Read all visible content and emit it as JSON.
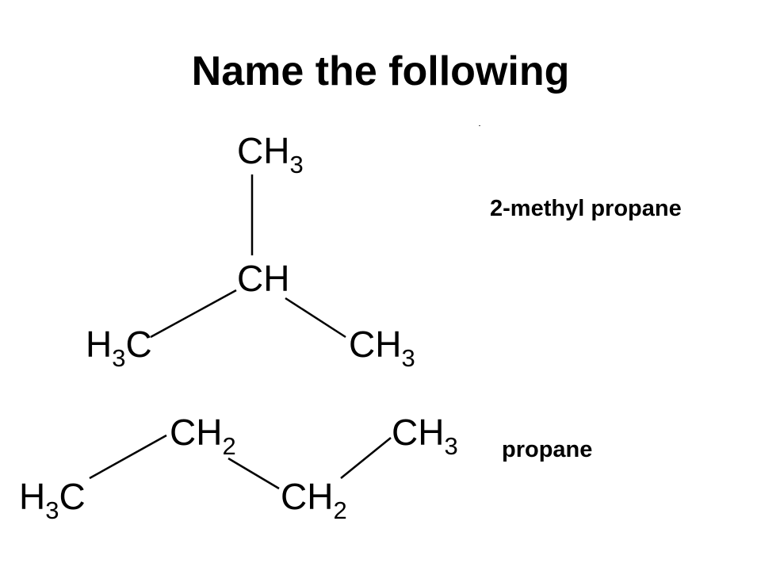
{
  "slide": {
    "title": "Name the following"
  },
  "structure_1": {
    "top_group": {
      "main": "CH",
      "sub": "3"
    },
    "center_group": {
      "main": "CH"
    },
    "left_group": {
      "pre": "H",
      "sub": "3",
      "post": "C"
    },
    "right_group": {
      "main": "CH",
      "sub": "3"
    },
    "answer": "2-methyl propane"
  },
  "structure_2": {
    "left_group": {
      "pre": "H",
      "sub": "3",
      "post": "C"
    },
    "upper_middle_group": {
      "main": "CH",
      "sub": "2"
    },
    "lower_middle_group": {
      "main": "CH",
      "sub": "2"
    },
    "right_group": {
      "main": "CH",
      "sub": "3"
    },
    "answer": "propane"
  },
  "colors": {
    "background": "#ffffff",
    "text": "#000000"
  }
}
